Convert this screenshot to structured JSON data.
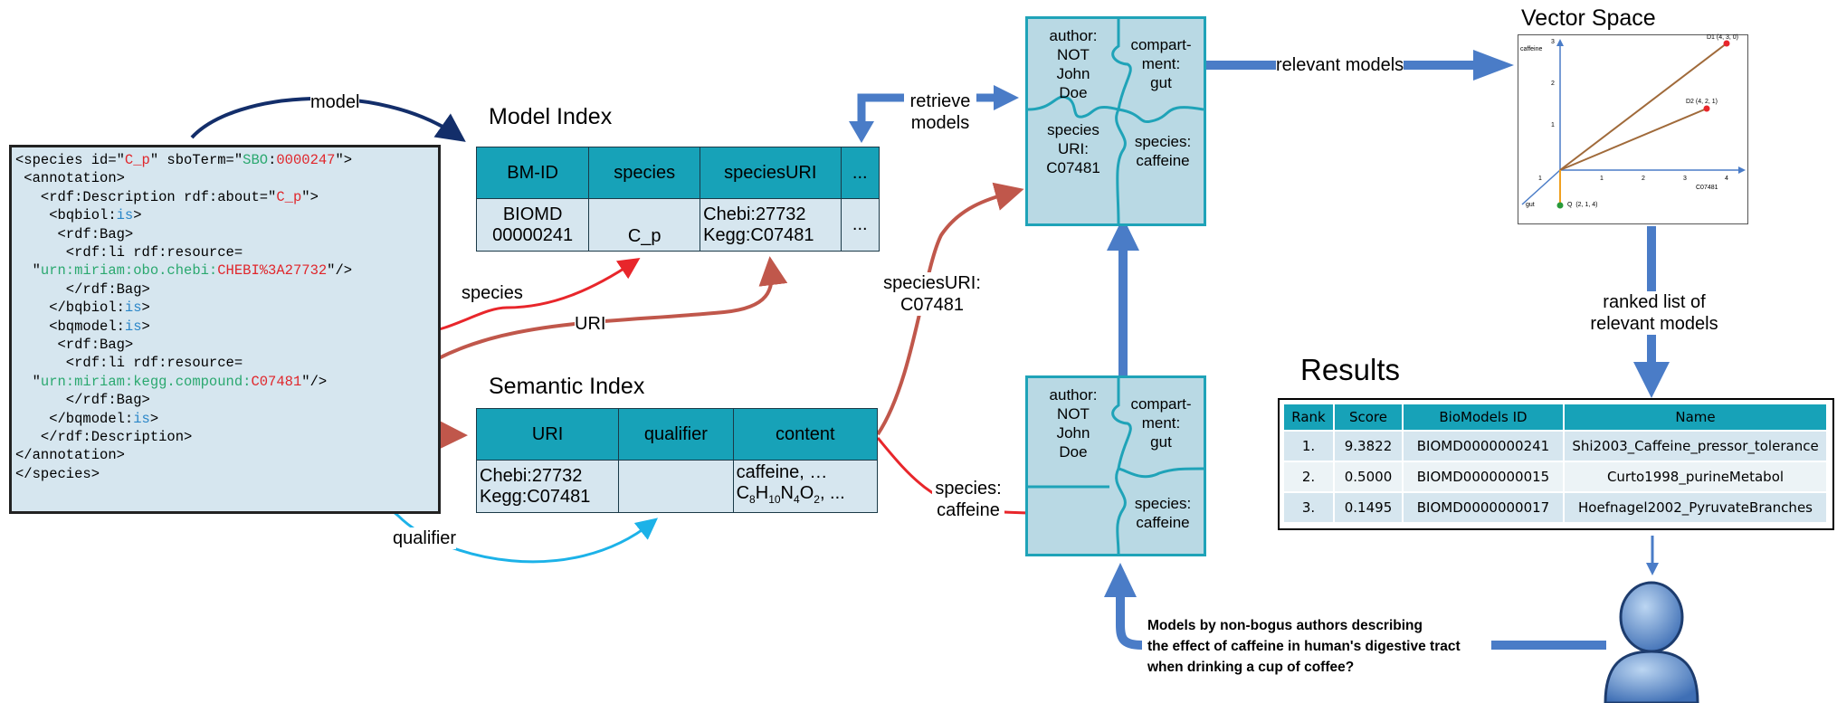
{
  "xml": {
    "lines": [
      [
        {
          "t": "<species id=\""
        },
        {
          "t": "C_p",
          "c": "red"
        },
        {
          "t": "\" sboTerm=\""
        },
        {
          "t": "SBO",
          "c": "grn"
        },
        {
          "t": ":"
        },
        {
          "t": "0000247",
          "c": "red"
        },
        {
          "t": "\">"
        }
      ],
      [
        {
          "t": " <annotation>"
        }
      ],
      [
        {
          "t": "   <rdf:Description rdf:about=\""
        },
        {
          "t": "C_p",
          "c": "red"
        },
        {
          "t": "\">"
        }
      ],
      [
        {
          "t": "    <bqbiol:"
        },
        {
          "t": "is",
          "c": "blu"
        },
        {
          "t": ">"
        }
      ],
      [
        {
          "t": "     <rdf:Bag>"
        }
      ],
      [
        {
          "t": "      <rdf:li rdf:resource="
        }
      ],
      [
        {
          "t": "  \""
        },
        {
          "t": "urn:miriam:obo.chebi:",
          "c": "grn"
        },
        {
          "t": "CHEBI%3A27732",
          "c": "red"
        },
        {
          "t": "\"/>"
        }
      ],
      [
        {
          "t": "      </rdf:Bag>"
        }
      ],
      [
        {
          "t": "    </bqbiol:"
        },
        {
          "t": "is",
          "c": "blu"
        },
        {
          "t": ">"
        }
      ],
      [
        {
          "t": "    <bqmodel:"
        },
        {
          "t": "is",
          "c": "blu"
        },
        {
          "t": ">"
        }
      ],
      [
        {
          "t": "     <rdf:Bag>"
        }
      ],
      [
        {
          "t": "      <rdf:li rdf:resource="
        }
      ],
      [
        {
          "t": "  \""
        },
        {
          "t": "urn:miriam:kegg.compound:",
          "c": "grn"
        },
        {
          "t": "C07481",
          "c": "red"
        },
        {
          "t": "\"/>"
        }
      ],
      [
        {
          "t": "      </rdf:Bag>"
        }
      ],
      [
        {
          "t": "    </bqmodel:"
        },
        {
          "t": "is",
          "c": "blu"
        },
        {
          "t": ">"
        }
      ],
      [
        {
          "t": "   </rdf:Description>"
        }
      ],
      [
        {
          "t": "</annotation>"
        }
      ],
      [
        {
          "t": "</species>"
        }
      ]
    ]
  },
  "labels": {
    "model": "model",
    "species": "species",
    "uri": "URI",
    "qualifier": "qualifier",
    "retrieve_1": "retrieve",
    "retrieve_2": "models",
    "speciesuri_1": "speciesURI:",
    "speciesuri_2": "C07481",
    "species_caffeine_1": "species:",
    "species_caffeine_2": "caffeine",
    "relevant_models": "relevant models",
    "ranked_1": "ranked list of",
    "ranked_2": "relevant models"
  },
  "model_index": {
    "title": "Model Index",
    "headers": [
      "BM-ID",
      "species",
      "speciesURI",
      "..."
    ],
    "row": {
      "c1a": "BIOMD",
      "c1b": "00000241",
      "c2": "C_p",
      "c3a": "Chebi:27732",
      "c3b": "Kegg:C07481",
      "c4": "..."
    }
  },
  "semantic_index": {
    "title": "Semantic Index",
    "headers": [
      "URI",
      "qualifier",
      "content"
    ],
    "row": {
      "c1a": "Chebi:27732",
      "c1b": "Kegg:C07481",
      "c2": "",
      "c3a": "caffeine, …"
    }
  },
  "puzzle_top": {
    "author": [
      "author:",
      "NOT",
      "John",
      "Doe"
    ],
    "compartment": [
      "compart-",
      "ment:",
      "gut"
    ],
    "species_uri": [
      "species",
      "URI:",
      "C07481"
    ],
    "species": [
      "species:",
      "caffeine"
    ]
  },
  "puzzle_bottom": {
    "author": [
      "author:",
      "NOT",
      "John",
      "Doe"
    ],
    "compartment": [
      "compart-",
      "ment:",
      "gut"
    ],
    "species": [
      "species:",
      "caffeine"
    ]
  },
  "vector_space": {
    "title": "Vector Space",
    "y_axis": "caffeine",
    "x_axis": "C07481",
    "z_axis": "gut",
    "y_ticks": [
      "3",
      "2",
      "1"
    ],
    "x_ticks": [
      "1",
      "2",
      "3",
      "4"
    ],
    "z_tick": "1",
    "d1": "D1 (4, 3, 0)",
    "d2": "D2 (4, 2, 1)",
    "q": "Q  (2, 1, 4)"
  },
  "results": {
    "title": "Results",
    "headers": [
      "Rank",
      "Score",
      "BioModels ID",
      "Name"
    ],
    "rows": [
      [
        "1.",
        "9.3822",
        "BIOMD0000000241",
        "Shi2003_Caffeine_pressor_tolerance"
      ],
      [
        "2.",
        "0.5000",
        "BIOMD0000000015",
        "Curto1998_purineMetabol"
      ],
      [
        "3.",
        "0.1495",
        "BIOMD0000000017",
        "Hoefnagel2002_PyruvateBranches"
      ]
    ]
  },
  "query": [
    "Models by non-bogus authors describing",
    "the effect of caffeine in human's digestive tract",
    "when drinking a cup of coffee?"
  ],
  "colors": {
    "teal": "#17a2b8",
    "light_blue": "#d6e6ef",
    "arrow_blue": "#4a7cc7",
    "arrow_brown": "#c0574b",
    "arrow_red": "#e8262b",
    "arrow_cyan": "#1cb2e8",
    "arrow_navy": "#132e6a"
  }
}
